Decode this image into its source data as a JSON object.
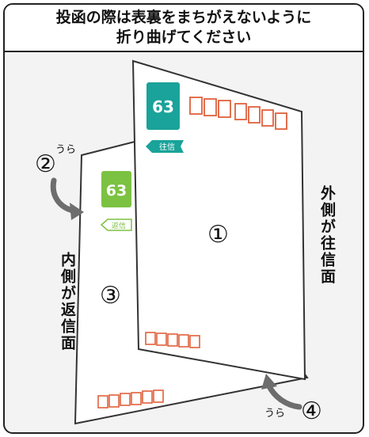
{
  "title": {
    "line1": "投函の際は表裏をまちがえないように",
    "line2": "折り曲げてください"
  },
  "outer_card": {
    "price": "63",
    "tag": "往信",
    "number": "①"
  },
  "inner_card": {
    "price": "63",
    "tag": "返信",
    "number": "③"
  },
  "markers": {
    "inner_back": {
      "number": "②",
      "caption": "うら"
    },
    "outer_back": {
      "number": "④",
      "caption": "うら"
    }
  },
  "side_labels": {
    "outside": "外側が往信面",
    "inside": "内側が返信面"
  },
  "colors": {
    "outer_stamp": "#1aa39a",
    "inner_stamp": "#7cc242",
    "postal_code_boxes": "#e0603c",
    "arrow": "#6d6d6d"
  }
}
